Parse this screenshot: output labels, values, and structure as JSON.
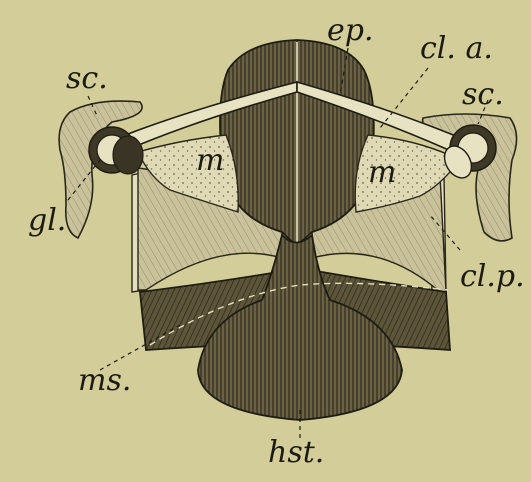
{
  "labels": {
    "ep": "ep.",
    "cla": "cl. a.",
    "sc_left": "sc.",
    "sc_right": "sc.",
    "m_left": "m",
    "m_right": "m",
    "gl": "gl.",
    "clp": "cl.p.",
    "ms": "ms.",
    "hst": "hst."
  },
  "colors": {
    "paper": "#d3cd9a",
    "ink": "#1c1a12",
    "dark_bone": "#5a5238",
    "mid_bone": "#8a8160",
    "light_bone": "#e7e2c2"
  }
}
